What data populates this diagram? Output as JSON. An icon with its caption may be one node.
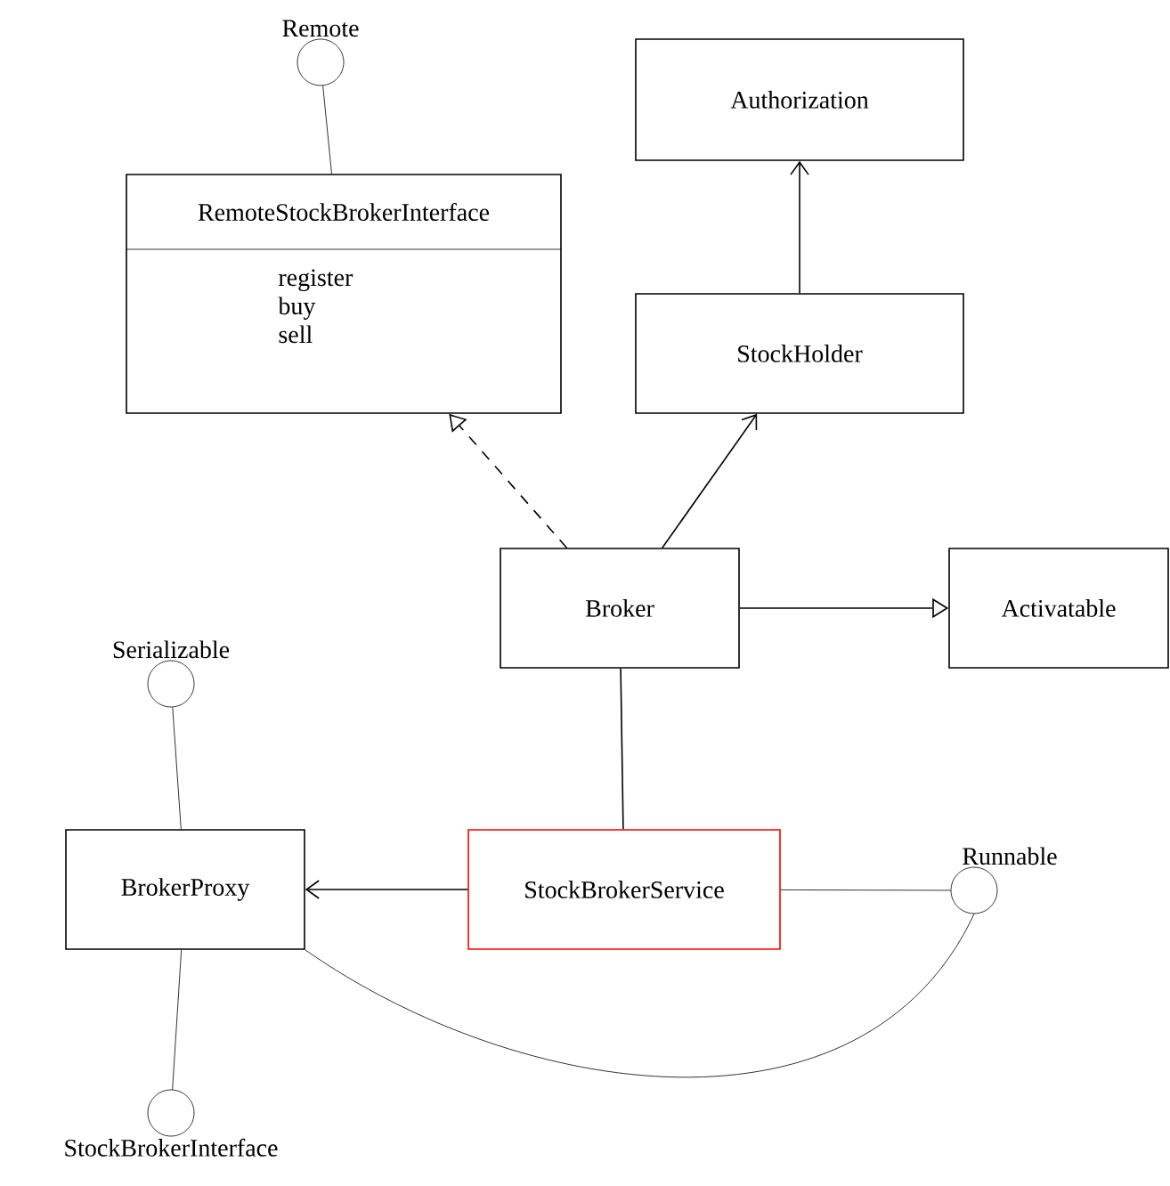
{
  "diagram": {
    "nodes": [
      {
        "text": [
          "Remote"
        ]
      },
      {
        "text": [
          "Authorization"
        ]
      },
      {
        "text": [
          "RemoteStockBrokerInterface",
          "register",
          "buy",
          "sell"
        ]
      },
      {
        "text": [
          "StockHolder"
        ]
      },
      {
        "text": [
          "Broker"
        ]
      },
      {
        "text": [
          "Activatable"
        ]
      },
      {
        "text": [
          "Serializable"
        ]
      },
      {
        "text": [
          "BrokerProxy"
        ]
      },
      {
        "text": [
          "StockBrokerService"
        ]
      },
      {
        "text": [
          "Runnable"
        ]
      },
      {
        "text": [
          "StockBrokerInterface"
        ]
      }
    ],
    "edges": [
      {
        "from": 0,
        "to": 2,
        "arrow": "none"
      },
      {
        "from": 3,
        "to": 1,
        "arrow": "to"
      },
      {
        "from": 4,
        "to": 2,
        "arrow": "to",
        "style": "dashed"
      },
      {
        "from": 4,
        "to": 3,
        "arrow": "to"
      },
      {
        "from": 4,
        "to": 5,
        "arrow": "to"
      },
      {
        "from": 6,
        "to": 7,
        "arrow": "none"
      },
      {
        "from": 4,
        "to": 8,
        "arrow": "none"
      },
      {
        "from": 8,
        "to": 7,
        "arrow": "to"
      },
      {
        "from": 8,
        "to": 9,
        "arrow": "none"
      },
      {
        "from": 7,
        "to": 10,
        "arrow": "none"
      },
      {
        "from": 7,
        "to": 9,
        "arrow": "none"
      }
    ]
  }
}
